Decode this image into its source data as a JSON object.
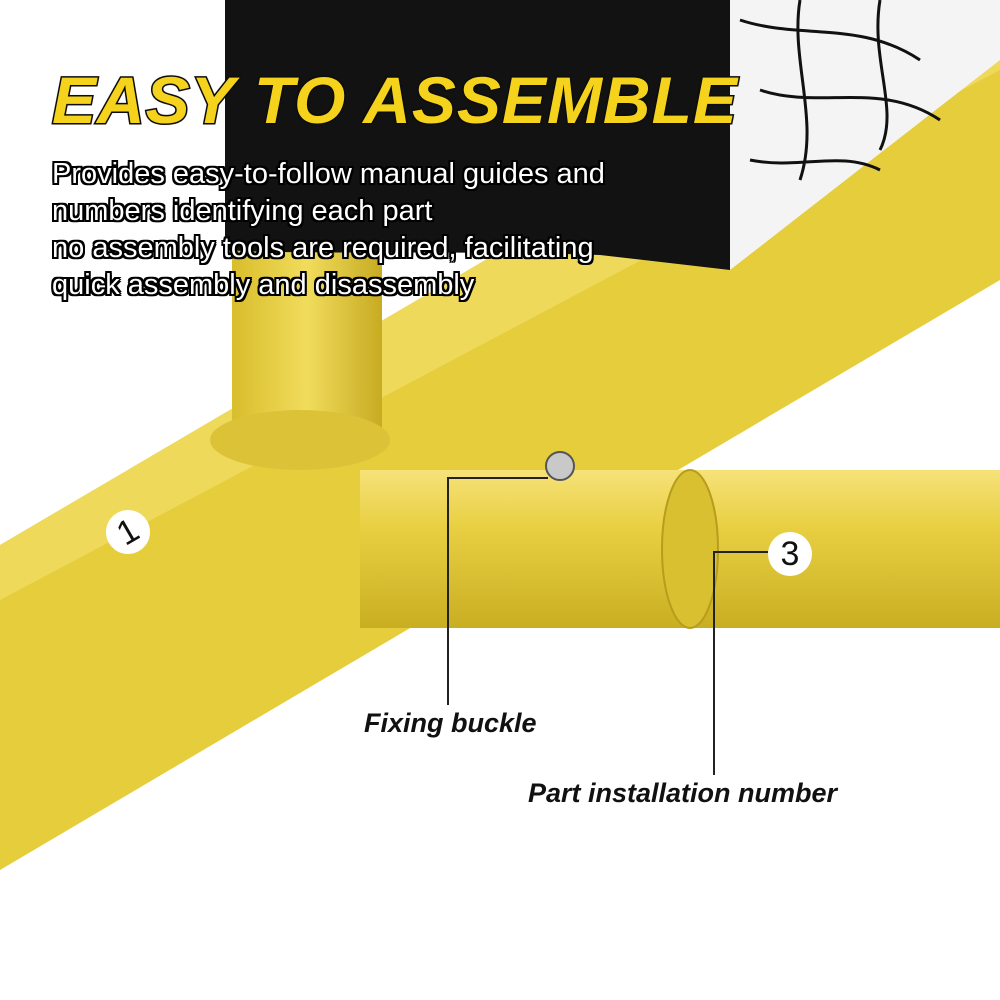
{
  "headline": "EASY TO ASSEMBLE",
  "description_lines": [
    "Provides easy-to-follow manual guides and",
    "numbers identifying each part",
    "no assembly tools are required, facilitating",
    "quick assembly and disassembly"
  ],
  "callouts": {
    "fixing_buckle": "Fixing buckle",
    "part_number": "Part installation number"
  },
  "part_badges": {
    "left": "1",
    "right": "3"
  },
  "colors": {
    "frame": "#e8cf3a",
    "net": "#111111",
    "title": "#f5d21c"
  }
}
